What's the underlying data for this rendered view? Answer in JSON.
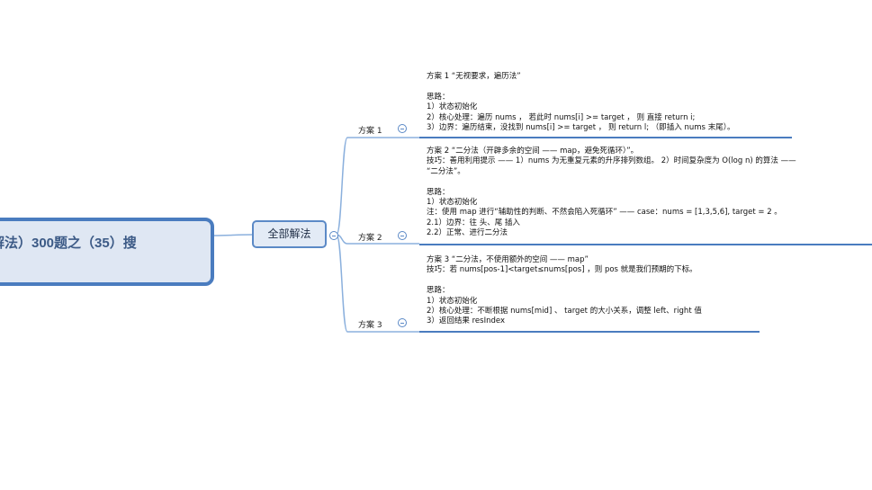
{
  "root": {
    "line1": "解法）300题之（35）搜",
    "line2": "\""
  },
  "hub": {
    "label": "全部解法"
  },
  "branches": [
    {
      "label": "方案 1",
      "lines": [
        "方案 1 “无视要求，遍历法”",
        "",
        "思路：",
        "1）状态初始化",
        "2）核心处理：遍历 nums ， 若此时 nums[i] >= target ， 则 直接 return i;",
        "3）边界：遍历结束，没找到 nums[i] >= target ， 则 return l; （即插入 nums 末尾）。"
      ]
    },
    {
      "label": "方案 2",
      "lines": [
        "方案 2 “二分法（开辟多余的空间 —— map，避免死循环）”。",
        "技巧：善用利用提示 —— 1）nums 为无重复元素的升序排列数组。 2）时间复杂度为 O(log n) 的算法 ——",
        "“二分法”。",
        "",
        "思路：",
        "1）状态初始化",
        "注：使用 map 进行“辅助性的判断、不然会陷入死循环” —— case：nums = [1,3,5,6], target = 2 。",
        "2.1）边界：往 头、尾 插入",
        "2.2）正常、进行二分法"
      ]
    },
    {
      "label": "方案 3",
      "lines": [
        "方案 3 “二分法，不使用额外的空间 —— map”",
        "技巧：若 nums[pos-1]<target≤nums[pos] ，则 pos 就是我们预期的下标。",
        "",
        "思路：",
        "1）状态初始化",
        "2）核心处理：不断根据 nums[mid] 、 target 的大小关系，调整 left、right 值",
        "3）返回结果 resIndex"
      ]
    }
  ],
  "colors": {
    "line": "#8bb0dd",
    "underline": "#4a7cbf",
    "root_border": "#4a7cbf",
    "root_fill": "#dfe7f3",
    "hub_border": "#5b89c6",
    "hub_fill": "#e3ebf6"
  },
  "icons": [
    "collapse-toggle-icon"
  ]
}
